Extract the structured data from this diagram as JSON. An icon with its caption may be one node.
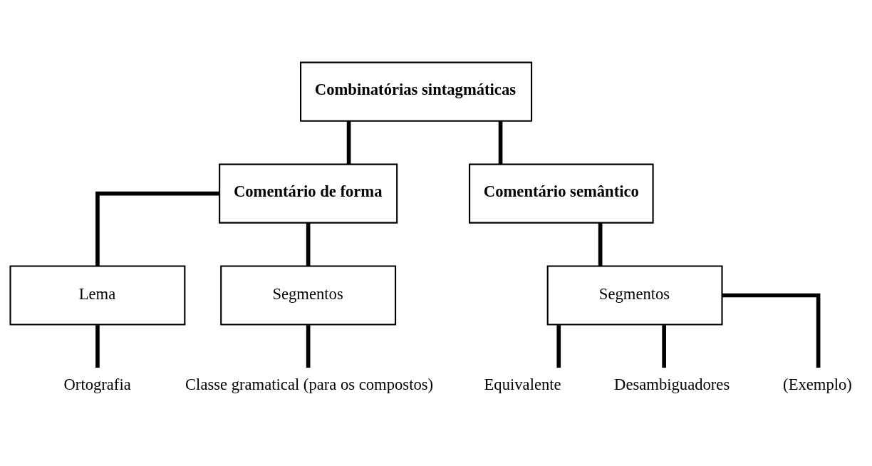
{
  "diagram": {
    "nodes": [
      {
        "text": [
          "Combinatórias sintagmáticas"
        ]
      },
      {
        "text": [
          "Comentário de forma"
        ]
      },
      {
        "text": [
          "Comentário semântico"
        ]
      },
      {
        "text": [
          "Lema"
        ]
      },
      {
        "text": [
          "Segmentos"
        ]
      },
      {
        "text": [
          "Segmentos"
        ]
      },
      {
        "text": [
          "Ortografia"
        ]
      },
      {
        "text": [
          "Classe gramatical (para os compostos)"
        ]
      },
      {
        "text": [
          "Equivalente"
        ]
      },
      {
        "text": [
          "Desambiguadores"
        ]
      },
      {
        "text": [
          "(Exemplo)"
        ]
      }
    ],
    "edges": [
      {
        "from": 0,
        "to": 1,
        "arrow": "none"
      },
      {
        "from": 0,
        "to": 2,
        "arrow": "none"
      },
      {
        "from": 1,
        "to": 3,
        "arrow": "none"
      },
      {
        "from": 1,
        "to": 4,
        "arrow": "none"
      },
      {
        "from": 2,
        "to": 5,
        "arrow": "none"
      },
      {
        "from": 3,
        "to": 6,
        "arrow": "none"
      },
      {
        "from": 4,
        "to": 7,
        "arrow": "none"
      },
      {
        "from": 5,
        "to": 8,
        "arrow": "none"
      },
      {
        "from": 5,
        "to": 9,
        "arrow": "none"
      },
      {
        "from": 5,
        "to": 10,
        "arrow": "none"
      }
    ]
  }
}
